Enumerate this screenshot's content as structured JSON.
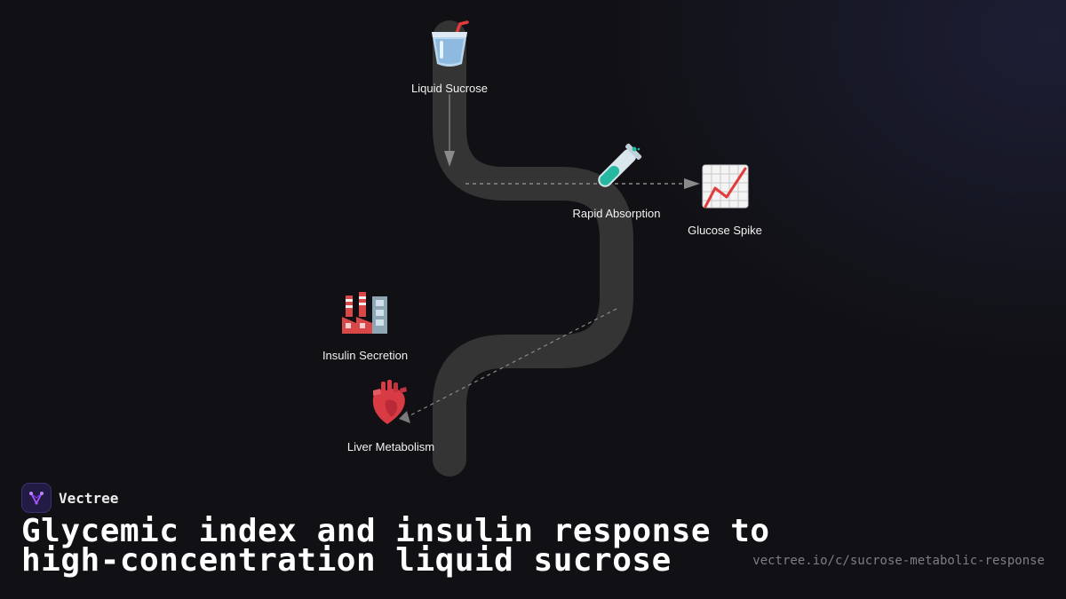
{
  "diagram": {
    "path_color": "#343434",
    "connector_color": "#8a8a8a",
    "nodes": [
      {
        "id": "liquid-sucrose",
        "label": "Liquid Sucrose",
        "icon": "cup-with-straw-icon"
      },
      {
        "id": "rapid-absorption",
        "label": "Rapid Absorption",
        "icon": "test-tube-icon"
      },
      {
        "id": "glucose-spike",
        "label": "Glucose Spike",
        "icon": "chart-increasing-icon"
      },
      {
        "id": "insulin-secretion",
        "label": "Insulin Secretion",
        "icon": "factory-icon"
      },
      {
        "id": "liver-metabolism",
        "label": "Liver Metabolism",
        "icon": "anatomical-heart-icon"
      }
    ],
    "edges": [
      {
        "from": "liquid-sucrose",
        "to": "rapid-absorption",
        "style": "solid"
      },
      {
        "from": "rapid-absorption",
        "to": "glucose-spike",
        "style": "dashed"
      },
      {
        "from": "insulin-secretion",
        "to": "liver-metabolism",
        "style": "dashed"
      }
    ]
  },
  "brand": {
    "name": "Vectree",
    "logo_icon": "vectree-logo-icon",
    "accent": "#7c3aed"
  },
  "title": {
    "line1": "Glycemic index and insulin response to",
    "line2": "high-concentration liquid sucrose"
  },
  "footer": {
    "url": "vectree.io/c/sucrose-metabolic-response"
  }
}
